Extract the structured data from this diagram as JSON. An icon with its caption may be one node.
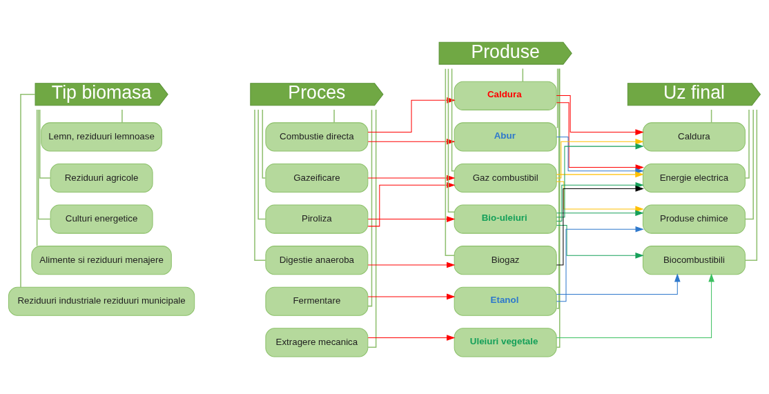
{
  "diagram": {
    "nodes": [
      {
        "text": [
          "Tip biomasa"
        ]
      },
      {
        "text": [
          "Lemn, reziduuri lemnoase"
        ]
      },
      {
        "text": [
          "Reziduuri agricole"
        ]
      },
      {
        "text": [
          "Culturi energetice"
        ]
      },
      {
        "text": [
          "Alimente si reziduuri menajere"
        ]
      },
      {
        "text": [
          "Reziduuri industriale reziduuri municipale"
        ]
      },
      {
        "text": [
          "Proces"
        ]
      },
      {
        "text": [
          "Combustie directa"
        ]
      },
      {
        "text": [
          "Gazeificare"
        ]
      },
      {
        "text": [
          "Piroliza"
        ]
      },
      {
        "text": [
          "Digestie anaeroba"
        ]
      },
      {
        "text": [
          "Fermentare"
        ]
      },
      {
        "text": [
          "Extragere mecanica"
        ]
      },
      {
        "text": [
          "Produse"
        ]
      },
      {
        "text": [
          "Caldura"
        ]
      },
      {
        "text": [
          "Abur"
        ]
      },
      {
        "text": [
          "Gaz combustibil"
        ]
      },
      {
        "text": [
          "Bio-uleiuri"
        ]
      },
      {
        "text": [
          "Biogaz"
        ]
      },
      {
        "text": [
          "Etanol"
        ]
      },
      {
        "text": [
          "Uleiuri vegetale"
        ]
      },
      {
        "text": [
          "Uz final"
        ]
      },
      {
        "text": [
          "Caldura"
        ]
      },
      {
        "text": [
          "Energie electrica"
        ]
      },
      {
        "text": [
          "Produse chimice"
        ]
      },
      {
        "text": [
          "Biocombustibili"
        ]
      }
    ],
    "edges": [
      {
        "from": 0,
        "to": 1,
        "arrow": "none"
      },
      {
        "from": 0,
        "to": 2,
        "arrow": "none"
      },
      {
        "from": 0,
        "to": 3,
        "arrow": "none"
      },
      {
        "from": 0,
        "to": 4,
        "arrow": "none"
      },
      {
        "from": 0,
        "to": 5,
        "arrow": "none"
      },
      {
        "from": 6,
        "to": 7,
        "arrow": "none"
      },
      {
        "from": 6,
        "to": 8,
        "arrow": "none"
      },
      {
        "from": 6,
        "to": 9,
        "arrow": "none"
      },
      {
        "from": 6,
        "to": 10,
        "arrow": "none"
      },
      {
        "from": 6,
        "to": 11,
        "arrow": "none"
      },
      {
        "from": 6,
        "to": 12,
        "arrow": "none"
      },
      {
        "from": 13,
        "to": 14,
        "arrow": "none"
      },
      {
        "from": 13,
        "to": 15,
        "arrow": "none"
      },
      {
        "from": 13,
        "to": 16,
        "arrow": "none"
      },
      {
        "from": 13,
        "to": 17,
        "arrow": "none"
      },
      {
        "from": 13,
        "to": 18,
        "arrow": "none"
      },
      {
        "from": 13,
        "to": 19,
        "arrow": "none"
      },
      {
        "from": 13,
        "to": 20,
        "arrow": "none"
      },
      {
        "from": 21,
        "to": 22,
        "arrow": "none"
      },
      {
        "from": 21,
        "to": 23,
        "arrow": "none"
      },
      {
        "from": 21,
        "to": 24,
        "arrow": "none"
      },
      {
        "from": 21,
        "to": 25,
        "arrow": "none"
      },
      {
        "from": 7,
        "to": 14,
        "arrow": "to",
        "color": "#ff0000"
      },
      {
        "from": 7,
        "to": 15,
        "arrow": "to",
        "color": "#ff0000"
      },
      {
        "from": 8,
        "to": 16,
        "arrow": "to",
        "color": "#ff0000"
      },
      {
        "from": 9,
        "to": 16,
        "arrow": "to",
        "color": "#ff0000"
      },
      {
        "from": 9,
        "to": 17,
        "arrow": "to",
        "color": "#ff0000"
      },
      {
        "from": 10,
        "to": 18,
        "arrow": "to",
        "color": "#ff0000"
      },
      {
        "from": 11,
        "to": 19,
        "arrow": "to",
        "color": "#ff0000"
      },
      {
        "from": 12,
        "to": 20,
        "arrow": "to",
        "color": "#ff0000"
      },
      {
        "from": 14,
        "to": 22,
        "arrow": "to",
        "color": "#ff0000"
      },
      {
        "from": 14,
        "to": 23,
        "arrow": "to",
        "color": "#ff0000"
      },
      {
        "from": 15,
        "to": 23,
        "arrow": "to",
        "color": "#2e78cc"
      },
      {
        "from": 16,
        "to": 22,
        "arrow": "to",
        "color": "#ffc000"
      },
      {
        "from": 16,
        "to": 23,
        "arrow": "to",
        "color": "#ffc000"
      },
      {
        "from": 16,
        "to": 24,
        "arrow": "to",
        "color": "#ffc000"
      },
      {
        "from": 17,
        "to": 22,
        "arrow": "to",
        "color": "#16a05a"
      },
      {
        "from": 17,
        "to": 23,
        "arrow": "to",
        "color": "#16a05a"
      },
      {
        "from": 17,
        "to": 24,
        "arrow": "to",
        "color": "#16a05a"
      },
      {
        "from": 17,
        "to": 25,
        "arrow": "to",
        "color": "#16a05a"
      },
      {
        "from": 18,
        "to": 23,
        "arrow": "to",
        "color": "#000000"
      },
      {
        "from": 19,
        "to": 25,
        "arrow": "to",
        "color": "#2e78cc"
      },
      {
        "from": 19,
        "to": 24,
        "arrow": "to",
        "color": "#2e78cc"
      },
      {
        "from": 20,
        "to": 25,
        "arrow": "to",
        "color": "#3cc060"
      }
    ]
  }
}
